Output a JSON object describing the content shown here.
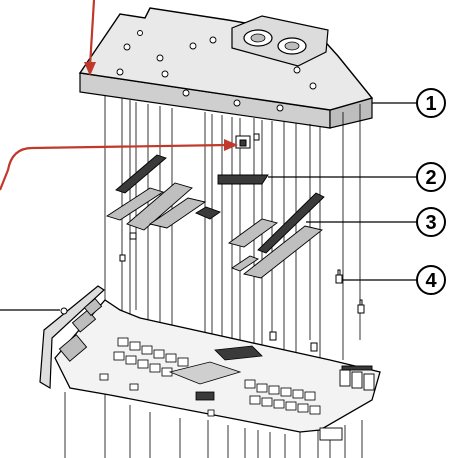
{
  "colors": {
    "arrow": "#c0392b",
    "line": "#000000",
    "pad": "#bfbfbf",
    "pad_dark": "#3a3a3a",
    "block_top": "#e6e6e6",
    "block_side": "#cfcfcf",
    "pcb": "#f2f2f2"
  },
  "callouts": [
    {
      "label": "1",
      "part": "water-block"
    },
    {
      "label": "2",
      "part": "thermal-pads-dark"
    },
    {
      "label": "3",
      "part": "thermal-pads-light"
    },
    {
      "label": "4",
      "part": "standoff-screws"
    }
  ]
}
